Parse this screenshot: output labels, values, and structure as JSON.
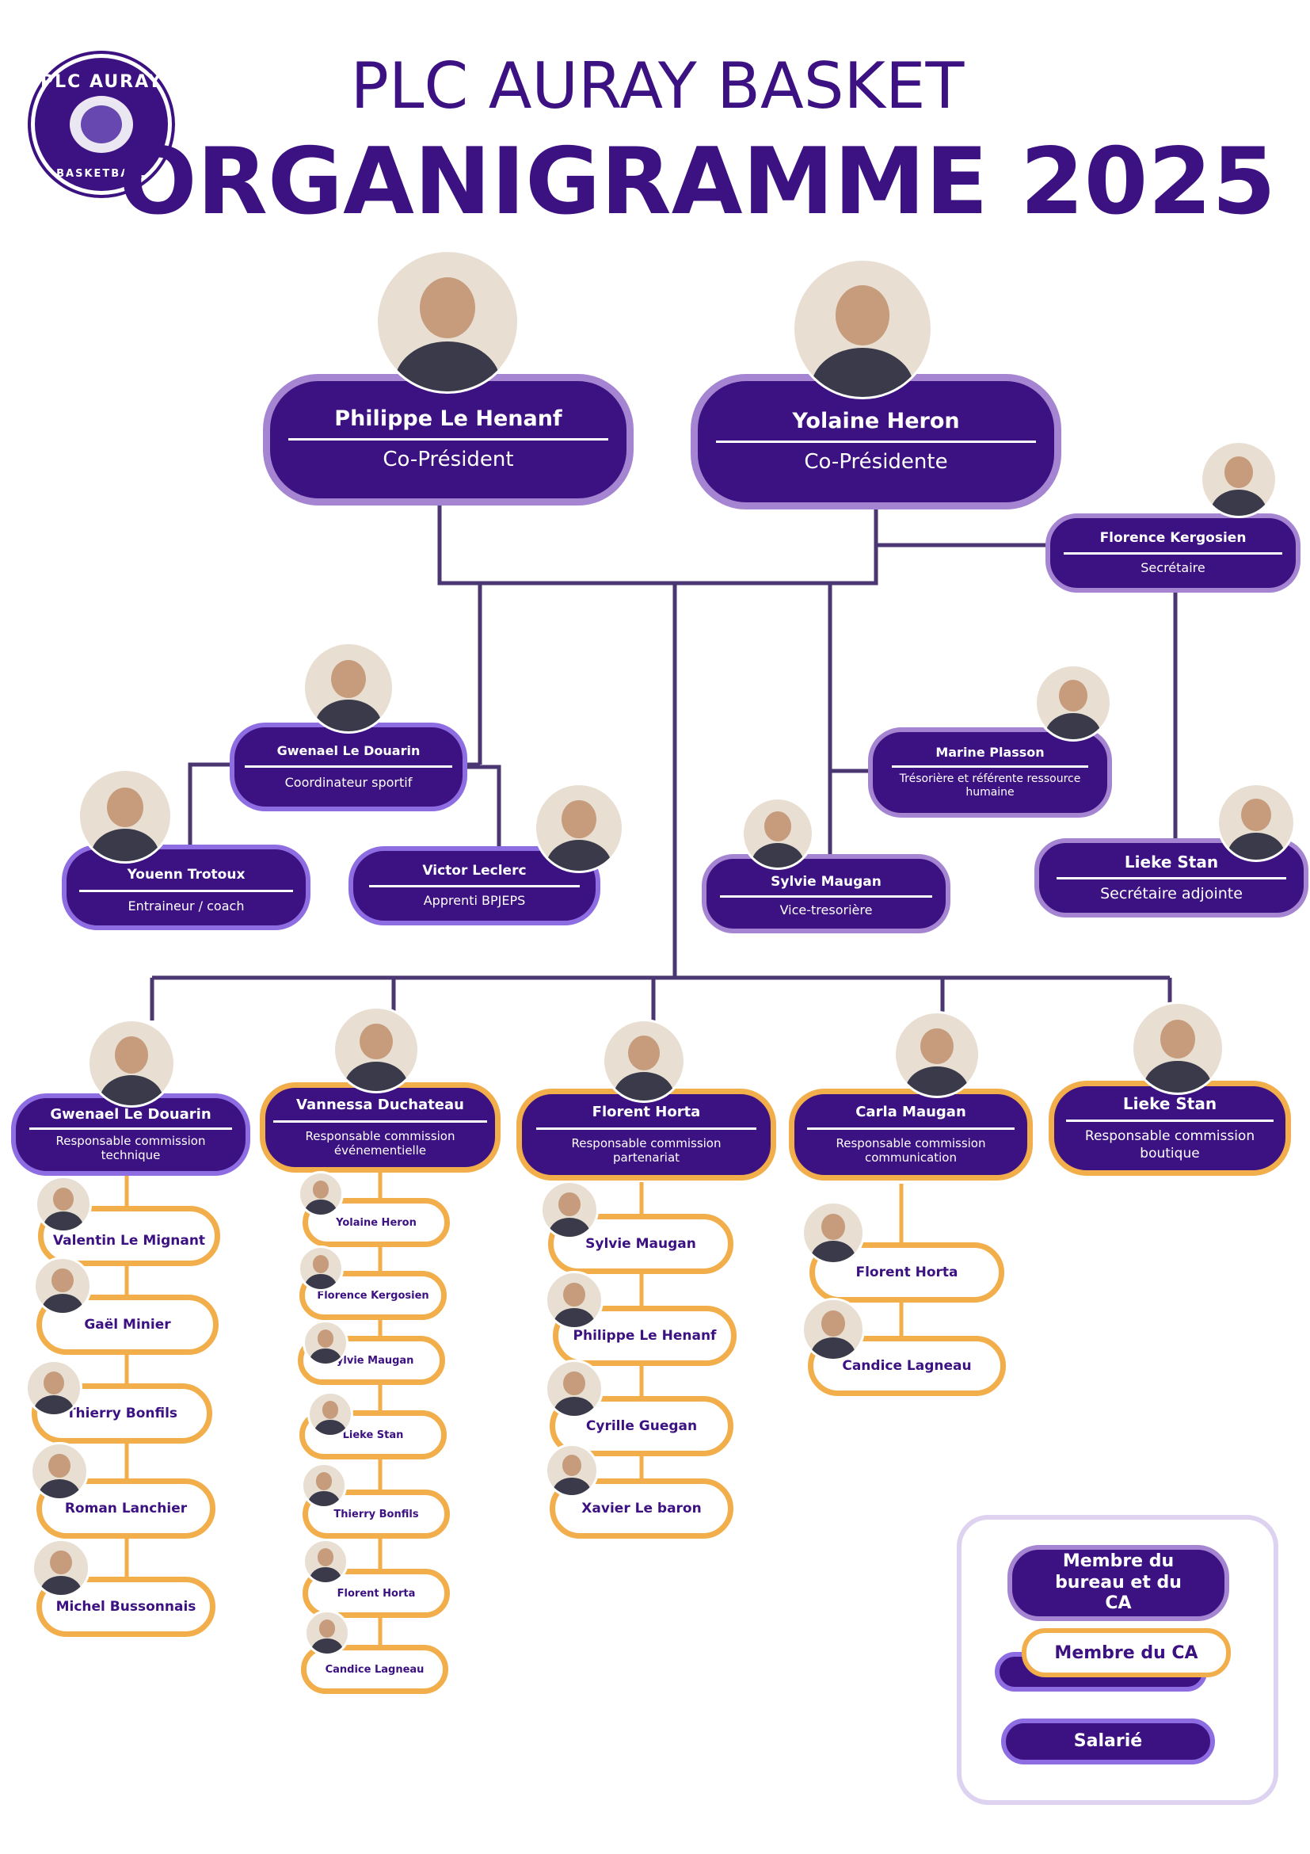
{
  "header": {
    "club_name": "PLC AURAY BASKET",
    "title": "ORGANIGRAMME 2025"
  },
  "logo": {
    "text_top": "PLC AURAY",
    "text_bottom": "BASKETBALL",
    "icon": "club-mascot-logo"
  },
  "colors": {
    "primary_purple": "#3c1181",
    "bureau_border": "#a585d2",
    "salarie_border": "#8d6de1",
    "ca_border": "#f1ae4a",
    "legend_border": "#ddd2f0"
  },
  "presidents": [
    {
      "name": "Philippe Le Henanf",
      "role": "Co-Président"
    },
    {
      "name": "Yolaine Heron",
      "role": "Co-Présidente"
    }
  ],
  "bureau": {
    "florence": {
      "name": "Florence Kergosien",
      "role": "Secrétaire"
    },
    "marine": {
      "name": "Marine Plasson",
      "role": "Trésorière et référente ressource humaine"
    },
    "sylvie": {
      "name": "Sylvie Maugan",
      "role": "Vice-tresorière"
    },
    "lieke": {
      "name": "Lieke Stan",
      "role": "Secrétaire adjointe"
    }
  },
  "staff": {
    "gwenael": {
      "name": "Gwenael Le Douarin",
      "role": "Coordinateur sportif"
    },
    "youenn": {
      "name": "Youenn Trotoux",
      "role": "Entraineur / coach"
    },
    "victor": {
      "name": "Victor Leclerc",
      "role": "Apprenti BPJEPS"
    }
  },
  "commissions": [
    {
      "name": "Gwenael Le Douarin",
      "role": "Responsable commission technique",
      "members": [
        "Valentin Le Mignant",
        "Gaël Minier",
        "Thierry Bonfils",
        "Roman Lanchier",
        "Michel Bussonnais"
      ]
    },
    {
      "name": "Vannessa Duchateau",
      "role": "Responsable commission événementielle",
      "members": [
        "Yolaine Heron",
        "Florence Kergosien",
        "Sylvie Maugan",
        "Lieke Stan",
        "Thierry Bonfils",
        "Florent Horta",
        "Candice Lagneau"
      ]
    },
    {
      "name": "Florent Horta",
      "role": "Responsable commission partenariat",
      "members": [
        "Sylvie Maugan",
        "Philippe Le Henanf",
        "Cyrille Guegan",
        "Xavier Le baron"
      ]
    },
    {
      "name": "Carla Maugan",
      "role": "Responsable commission communication",
      "members": [
        "Florent Horta",
        "Candice Lagneau"
      ]
    },
    {
      "name": "Lieke Stan",
      "role": "Responsable commission boutique",
      "members": []
    }
  ],
  "legend": {
    "bureau": "Membre du bureau et du CA",
    "ca": "Membre du CA",
    "salarie": "Salarié"
  }
}
